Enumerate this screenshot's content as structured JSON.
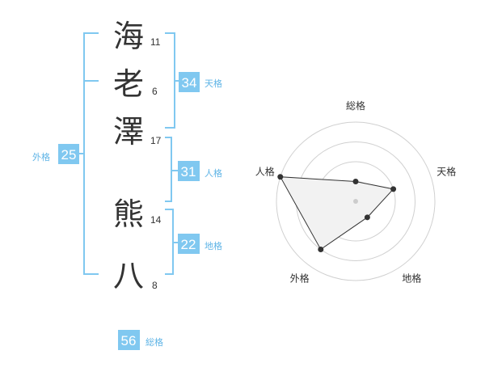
{
  "name": {
    "chars": [
      {
        "char": "海",
        "strokes": "11"
      },
      {
        "char": "老",
        "strokes": "6"
      },
      {
        "char": "澤",
        "strokes": "17"
      },
      {
        "char": "熊",
        "strokes": "14"
      },
      {
        "char": "八",
        "strokes": "8"
      }
    ]
  },
  "fortunes": {
    "tenkaku": {
      "value": "34",
      "label": "天格"
    },
    "jinkaku": {
      "value": "31",
      "label": "人格"
    },
    "chikaku": {
      "value": "22",
      "label": "地格"
    },
    "gaikaku": {
      "value": "25",
      "label": "外格"
    },
    "soukaku": {
      "value": "56",
      "label": "総格"
    }
  },
  "colors": {
    "accent": "#80c8f0",
    "label_text": "#5fb4e6",
    "kanji": "#333333",
    "radar_fill": "#f2f2f2",
    "radar_ring": "#d0d0d0",
    "point": "#333333"
  },
  "chart_data": {
    "type": "radar",
    "axes": [
      "総格",
      "天格",
      "地格",
      "外格",
      "人格"
    ],
    "levels": 4,
    "values": [
      1,
      2,
      1,
      3,
      4
    ],
    "max": 4
  }
}
